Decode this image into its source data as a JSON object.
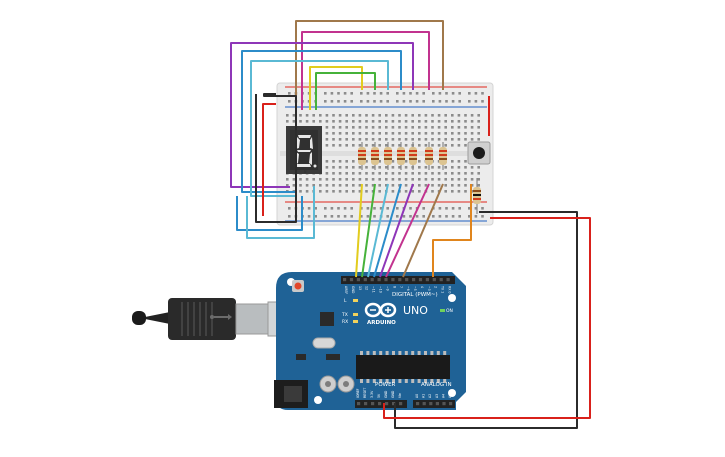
{
  "board": {
    "name": "UNO",
    "brand": "ARDUINO",
    "header_digital": "DIGITAL (PWM~)",
    "header_power": "POWER",
    "header_analog": "ANALOG IN",
    "led_l": "L",
    "led_tx": "TX",
    "led_rx": "RX",
    "led_on": "ON",
    "digital_pins": [
      "AREF",
      "GND",
      "13",
      "12",
      "~11",
      "~10",
      "~9",
      "8",
      "7",
      "~6",
      "~5",
      "4",
      "~3",
      "2",
      "TX 1",
      "RX 0"
    ],
    "power_pins": [
      "IOREF",
      "RESET",
      "3.3V",
      "5V",
      "GND",
      "GND",
      "Vin"
    ],
    "analog_pins": [
      "A0",
      "A1",
      "A2",
      "A3",
      "A4",
      "A5"
    ]
  },
  "display": {
    "digit": "8"
  },
  "colors": {
    "board": "#1f6296",
    "board_dark": "#174d78",
    "breadboard": "#ececec",
    "rail_red": "#e1261c",
    "rail_blue": "#1f5fbf",
    "wire_brown": "#a0784b",
    "wire_magenta": "#c2338f",
    "wire_purple": "#8e36b8",
    "wire_blue": "#2c8cc9",
    "wire_cyan": "#5ab9d4",
    "wire_yellow": "#e2cc1e",
    "wire_green": "#46b23a",
    "wire_orange": "#e0851d",
    "wire_red": "#d9211b",
    "wire_black": "#2b2b2b"
  }
}
